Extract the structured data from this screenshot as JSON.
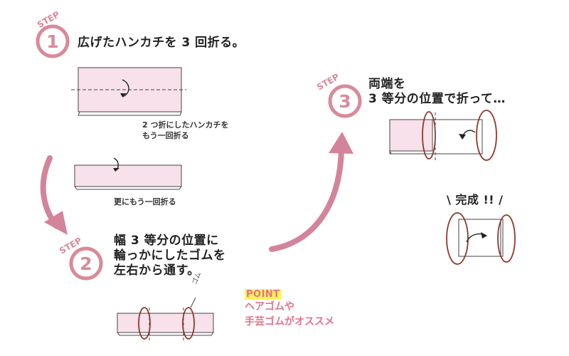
{
  "steps": [
    {
      "word": "STEP",
      "number": "1",
      "title": "広げたハンカチを 3 回折る。"
    },
    {
      "word": "STEP",
      "number": "2",
      "title_lines": [
        "幅 3 等分の位置に",
        "輪っかにしたゴムを",
        "左右から通す。"
      ]
    },
    {
      "word": "STEP",
      "number": "3",
      "title_lines": [
        "両端を",
        "3 等分の位置で折って…"
      ]
    }
  ],
  "notes": {
    "fold_again_line1": "2 つ折にしたハンカチを",
    "fold_again_line2": "もう一回折る",
    "fold_once_more": "更にもう一回折る",
    "rubber_label": "ゴム",
    "completed": "\\ 完成 !! /"
  },
  "point": {
    "label": "POINT",
    "lines": [
      "ヘアゴムや",
      "手芸ゴムがオススメ"
    ]
  },
  "colors": {
    "accent_pink": "#e4738a",
    "step_circle": "#d98a98",
    "cloth_fill": "#f8e1ea",
    "rubber_band": "#8b3a2a",
    "arrow_pink": "#d4849a",
    "highlight": "#fff45a"
  }
}
